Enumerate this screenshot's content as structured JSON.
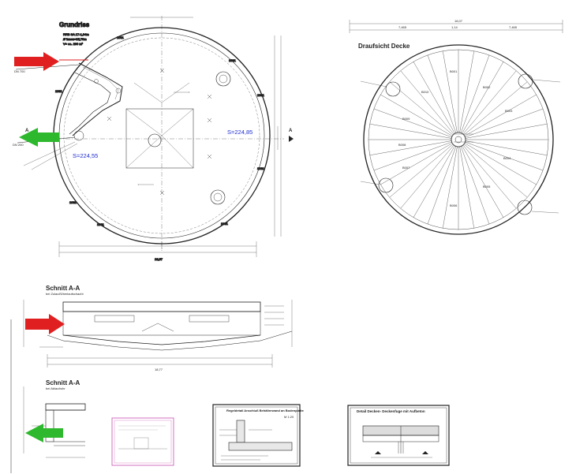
{
  "titles": {
    "grundriss": "Grundriss",
    "draufsicht": "Draufsicht Decke",
    "schnitt1": "Schnitt A-A",
    "schnitt2": "Schnitt A-A",
    "detail1": "Regeldetail Anschluß Behälterwand an Bodenplatte",
    "detail2": "Detail Decken- Deckenfuge mit Aufbeton"
  },
  "grundriss_info": [
    "RRB SA 17-1,84m",
    "Ø innen=15,70m",
    "V= ca. 290 m³"
  ],
  "section_markers": {
    "left": "A",
    "right": "A"
  },
  "levels": {
    "left": "S=224,55",
    "right": "S=224,85"
  },
  "dims": {
    "grundriss_bottom": "16,07",
    "draufsicht_top": "16,07",
    "draufsicht_sub_left": "7,465",
    "draufsicht_sub_mid": "1,14",
    "draufsicht_sub_right": "7,465",
    "schnitt_bottom": "18,77"
  },
  "pipe_labels": {
    "in": "DN 700",
    "out": "DN 200"
  },
  "wall_labels": [
    "1081",
    "1081",
    "1081",
    "1081",
    "1081",
    "1081",
    "1081",
    "1081"
  ],
  "slab_labels": [
    "B001",
    "B002",
    "B003",
    "B004",
    "B005",
    "B006",
    "B007",
    "B008",
    "B009",
    "B010"
  ],
  "schnitt_subtitle": "bei Zulauf/Überlaufschacht",
  "schnitt2_subtitle": "bei Ablaufrohr",
  "detail_scale": "M 1:20",
  "colors": {
    "inflow_arrow": "#e02020",
    "outflow_arrow": "#2db82d",
    "level_text": "#1f2fd0",
    "frame": "#d070c0"
  }
}
